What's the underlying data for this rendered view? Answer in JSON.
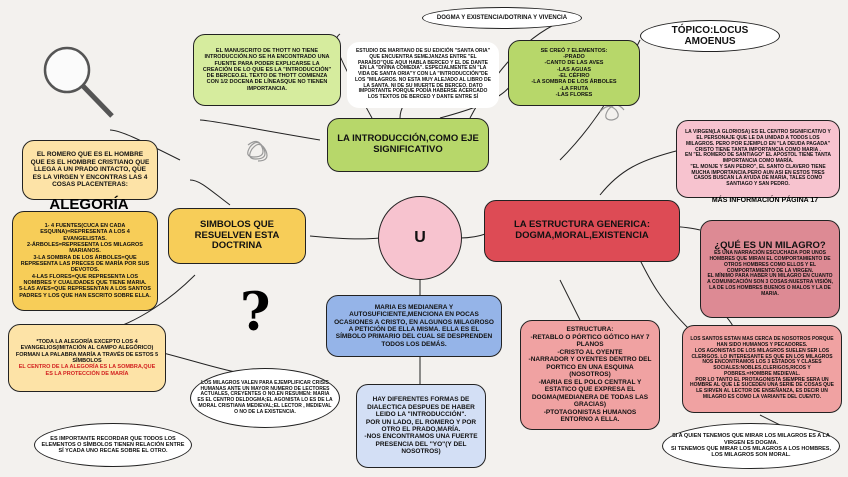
{
  "center": {
    "letter": "U"
  },
  "title_top": "DOGMA Y EXISTENCIA/DOTRINA Y VIVENCIA",
  "topic": "TÓPICO:LOCUS AMOENUS",
  "manuscrito": "EL MANUSCRITO DE THOTT NO TIENE INTRODUCCIÓN.NO SE HA ENCONTRADO UNA FUENTE PARA PODER EXPLICARSE LA CREACIÓN DE LO QUE ES LA \"INTRODUCCIÓN\" DE BERCEO.EL TEXTO DE THOTT COMIENZA CON 1/2 DOCENA DE LÍNEASQUE NO TIENEN IMPORTANCIA.",
  "maritano": "ESTUDIO DE MARITANO DE SU EDICIÓN \"SANTA ORIA\" QUE ENCUENTRA SEMEJANZAS ENTRE \"EL PARAÍSO\"QUE AQUI HABLA BERCEO Y EL DE DANTE EN LA \"DIVINA COMEDIA\". ESPECIALMENTE EN \"LA VIDA DE SANTA ORIA\"Y CON LA \"INTRODUCCIÓN\"DE LOS \"MILAGROS. NO ESTA MUY ALEJADO AL LIBRO DE LA SANTA. NI DE SU MUERTE DE BERCEO. DATO IMPORTANTE PORQUE PODÍA HABERSE ACERCADO LOS TEXTOS DE BERCEO Y DANTE ENTRE SÍ",
  "elementos": "SE CREÓ 7 ELEMENTOS:\n-PRADO\n-CANTO DE LAS AVES\n-LAS AGUAS\n-EL CÉFIRO\n-LA SOMBRA DE LOS ÁRBOLES\n-LA FRUTA\n-LAS FLORES",
  "introduccion": "LA INTRODUCCIÓN,COMO EJE SIGNIFICATIVO",
  "romero": "EL ROMERO QUE ES EL HOMBRE QUE ES EL HOMBRE CRISTIANO QUE LLEGA A UN PRADO INTACTO, QUE ES LA VIRGEN Y ENCONTRAS LAS 4 COSAS PLACENTERAS:",
  "alegoria_title": "ALEGORÍA",
  "alegoria_list": "1- 4 FUENTES(CUCA EN CADA ESQUINA)=REPRESENTA A LOS 4 EVANGELISTAS.\n2-ÁRBOLES=REPRESENTA LOS MILAGROS MARIANOS.\n3-LA SOMBRA DE LOS ÁRBOLES=QUE REPRESENTA LAS PRECES DE MARÍA POR SUS DEVOTOS.\n4-LAS FLORES=QUE REPRESENTA LOS NOMBRES Y CUALIDADES QUE TIENE MARIA.\n5-LAS AVES=QUE REPRESENTAN A LOS SANTOS PADRES Y LOS QUE HAN ESCRITO SOBRE ELLA.",
  "simbolos": "SIMBOLOS QUE RESUELVEN ESTA DOCTRINA",
  "toda": "*TODA LA ALEGORÍA EXCEPTO LOS 4 EVANGELIOS(IMITACIÓN AL CAMPO ALEGÓRICO) FORMAN LA PALABRA MARÍA A TRAVÉS DE ESTOS 5 SÍMBOLOS",
  "toda_red": "EL CENTRO DE LA ALEGORÍA ES LA SOMBRA,QUE ES LA PROTECCIÓN DE MARÍA",
  "milagros_valen": "LOS MILAGROS VALEN PARA EJEMPLIFICAR CRISIS HUMANAS ANTE UN MAYOR NUMERO DE LECTORES ACTUALES, CREYENTES O NO.EN RESUMEN: MARIA ES EL CENTRO DELDOGMA;EL AGONISTA LO ES DE LA MORAL CRISTIANA MEDIEVAL;EL LECTOR , MEDIEVAL O NO DE LA EXISTENCIA.",
  "importante": "ES IMPORTANTE RECORDAR QUE TODOS LOS ELEMENTOS O SÍMBOLOS TIENEN RELACIÓN ENTRE SÍ YCADA UNO RECAE SOBRE EL OTRO.",
  "maria": "MARIA ES MEDIANERA Y AUTOSUFICIENTE,MENCIONA EN POCAS OCASIONES A CRISTO, EN ALGUNOS MILAGROSO A PETICIÓN DE ELLA MISMA. ELLA ES EL SÍMBOLO PRIMARIO DEL CUAL SE DESPRENDEN TODOS LOS DEMÁS.",
  "dialectica": "HAY DIFERENTES FORMAS DE DIALECTICA DESPUES DE HABER LEIDO LA \"INTRODUCCIÓN\".\nPOR UN LADO, EL ROMERO Y POR OTRO EL PRADO,MARÍA.\n-NOS ENCONTRAMOS UNA FUERTE PRESENCIA DEL \"YO\"(Y DEL NOSOTROS)",
  "estructura_generica": "LA ESTRUCTURA GENERICA: DOGMA,MORAL,EXISTENCIA",
  "estructura": "ESTRUCTURA:\n-RETABLO O PÓRTICO GÓTICO HAY 7 PLANOS\n-CRISTO AL OYENTE\n-NARRADOR Y OYENTES DENTRO DEL PORTICO EN UNA ESQUINA (NOSOTROS)\n-MARIA ES EL POLO CENTRAL Y ESTATICO QUE EXPRESA EL DOGMA(MEDIANERA DE TODAS LAS GRACIAS)\n-PTOTAGONISTAS HUMANOS ENTORNO A ELLA.",
  "virgen": "LA VIRGEN(LA GLORIOSA) ES EL CENTRO SIGNIFICATIVO Y EL PERSONAJE QUE LE DA UNIDAD A TODOS LOS MILAGROS. PERO POR EJEMPLO EN \"LA DEUDA PAGADA\" CRISTO TIENE TANTA IMPORTANCIA COMO MARIA .\nEN \"EL ROMERO DE SANTIAGO\" EL APOSTOL TIENE TANTA IMPORTANCIA COMO MARÍA.\n\"EL MONJE Y SAN PEDRO\", EL SANTO CLAVERO TIENE MUCHA IMPORTANCIA.PERO AUN ASI EN ESTOS TRES CASOS BUSCAN LA AYUDA DE MARIA, TALES COMO SANTIAGO Y SAN PEDRO.",
  "mas_info": "MÁS INFORMACIÓN PÁGINA 17",
  "que_es_title": "¿QUÉ ES UN MILAGRO?",
  "que_es": "ES UNA NARRACIÓN ESCUCHADA POR UNOS HOMBRES QUE MIRAN EL COMPORTAMIENTO DE OTROS HOMBRES COMO ELLOS Y EL COMPORTAMIENTO DE LA VIRGEN.\nEL MÍNIMO PARA HABER UN MILAGRO EN CUANTO A COMUNICACIÓN SON 3 COSAS:NUESTRA VISIÓN, LA DE LOS HOMBRES BUENOS O MALOS Y LA DE MARIA.",
  "santos": "LOS SANTOS ESTAN MAS CERCA DE NOSOTROS PORQUE HAN SIDO HUMANOS Y PECADORES.\nLOS AGONISTAS DE LOS MILAGROS SUELEN SER LOS CLERIGOS. LO INTERESANTE ES QUE EN LOS MILAGROS NOS ENCONTRAMOS LOS 3 ESTADOS Y CLASES SOCIALES:NOBLES,CLERIGOS,RICOS Y POBRES.=HOMBRE MEDIEVAL.\nPOR LO TANTO EL PROTAGONISTA SIEMPRE SERA UN HOMBRE AL QUE LE SUCEDEN UNA SERIE DE COSAS QUE LE SIRVEN AL LECTOR DE ENSEÑANZA, ES DECIR UN MILAGRO ES COMO LA VARIANTE DEL CUENTO.",
  "si_quien": "SI A QUIEN TENEMOS QUE MIRAR LOS MILAGROS ES A LA VIRGEN ES DOGMA.\nSI TENEMOS QUE MIRAR LOS MILAGROS A LOS HOMBRES, LOS MILAGROS SON MORAL.",
  "question_mark": "?",
  "colors": {
    "green": "#b7d76a",
    "lightgreen": "#d6ec9e",
    "yellow": "#f7cd58",
    "lightyellow": "#fde3a7",
    "pink": "#f7c3cf",
    "red": "#dd4b55",
    "salmon": "#f0a2a2",
    "blue": "#95b4e8",
    "lightblue": "#d3dff5",
    "white": "#ffffff"
  }
}
